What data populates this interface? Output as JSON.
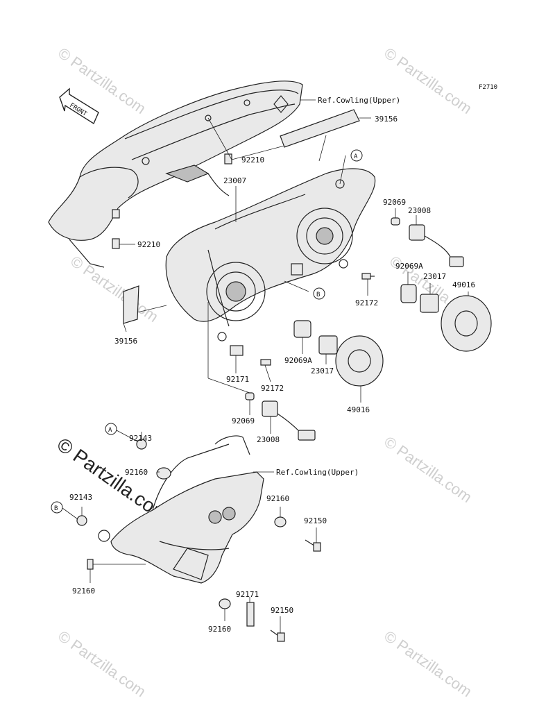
{
  "figure_code": "F2710",
  "front_label": "FRONT",
  "watermarks": [
    "© Partzilla.com",
    "© Partzilla.com",
    "© Partzilla.com",
    "© Partzilla.com",
    "© Partzilla.com",
    "© Partzilla.com",
    "© Partzilla.com"
  ],
  "watermark_main": "© Partzilla.com",
  "callouts": {
    "ref_cowling_top": "Ref.Cowling(Upper)",
    "ref_cowling_bottom": "Ref.Cowling(Upper)",
    "circle_a_top": "A",
    "circle_b_mid": "B",
    "circle_a_bottom": "A",
    "circle_b_bottom": "B"
  },
  "part_numbers": {
    "p39156_top": "39156",
    "p92210_top": "92210",
    "p23007": "23007",
    "p92069_top": "92069",
    "p23008_top": "23008",
    "p92210_left": "92210",
    "p92069A_right": "92069A",
    "p23017_right": "23017",
    "p49016_right": "49016",
    "p92172_right": "92172",
    "p39156_left": "39156",
    "p92069A_mid": "92069A",
    "p23017_mid": "23017",
    "p92171_mid": "92171",
    "p92172_mid": "92172",
    "p49016_mid": "49016",
    "p92069_mid": "92069",
    "p23008_mid": "23008",
    "p92143_top": "92143",
    "p92160_a": "92160",
    "p92143_b": "92143",
    "p92160_b": "92160",
    "p92150_a": "92150",
    "p92160_c": "92160",
    "p92171_bottom": "92171",
    "p92150_b": "92150",
    "p92160_d": "92160"
  }
}
